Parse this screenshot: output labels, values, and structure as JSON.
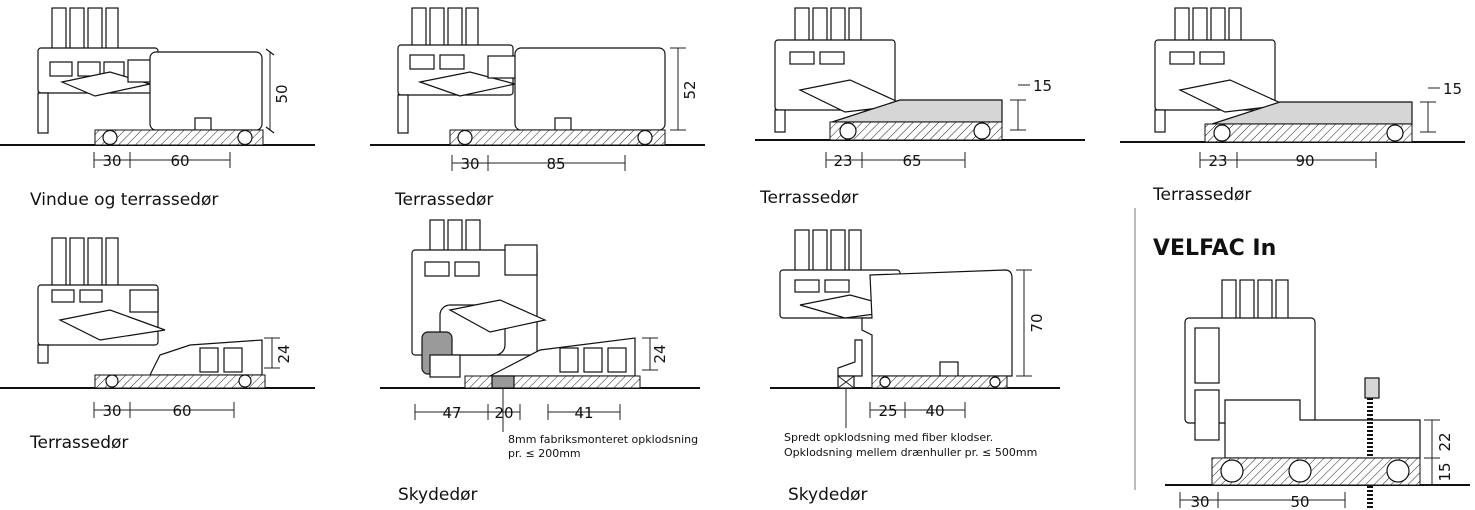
{
  "details": [
    {
      "id": "d1",
      "caption": "Vindue og terrassedør",
      "dims": {
        "width_a": "30",
        "width_b": "60",
        "height": "50"
      }
    },
    {
      "id": "d2",
      "caption": "Terrassedør",
      "dims": {
        "width_a": "30",
        "width_b": "85",
        "height": "52"
      }
    },
    {
      "id": "d3",
      "caption": "Terrassedør",
      "dims": {
        "width_a": "23",
        "width_b": "65",
        "height": "15"
      }
    },
    {
      "id": "d4",
      "caption": "Terrassedør",
      "dims": {
        "width_a": "23",
        "width_b": "90",
        "height": "15"
      }
    },
    {
      "id": "d5",
      "caption": "Terrassedør",
      "dims": {
        "width_a": "30",
        "width_b": "60",
        "height": "24"
      }
    },
    {
      "id": "d6",
      "caption": "Skydedør",
      "dims": {
        "width_a": "47",
        "width_b": "20",
        "width_c": "41",
        "height": "24"
      },
      "note": [
        "8mm fabriksmonteret opklodsning",
        "pr. ≤ 200mm"
      ]
    },
    {
      "id": "d7",
      "caption": "Skydedør",
      "dims": {
        "width_a": "25",
        "width_b": "40",
        "height": "70"
      },
      "note": [
        "Spredt opklodsning med fiber klodser.",
        "Opklodsning mellem drænhuller pr. ≤ 500mm"
      ]
    },
    {
      "id": "d8",
      "caption": "VELFAC In",
      "dims": {
        "width_a": "30",
        "width_b": "50",
        "height_a": "22",
        "height_b": "15"
      }
    }
  ]
}
